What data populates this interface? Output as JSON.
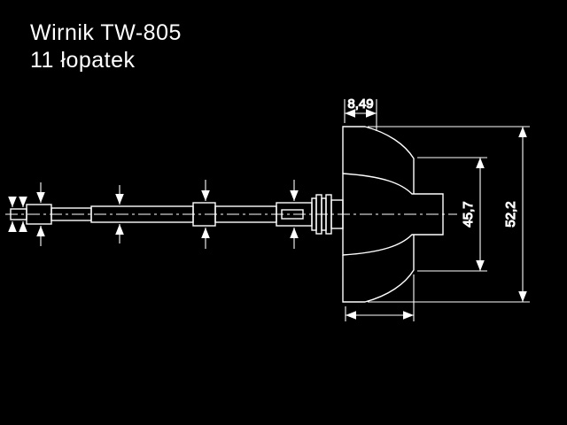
{
  "title": {
    "line1": "Wirnik TW-805",
    "line2": "11 łopatek"
  },
  "drawing": {
    "dimensions": {
      "hub_width": "8,49",
      "blade_inner_diameter": "45,7",
      "blade_outer_diameter": "52,2"
    },
    "colors": {
      "background": "#000000",
      "line": "#ffffff"
    }
  }
}
